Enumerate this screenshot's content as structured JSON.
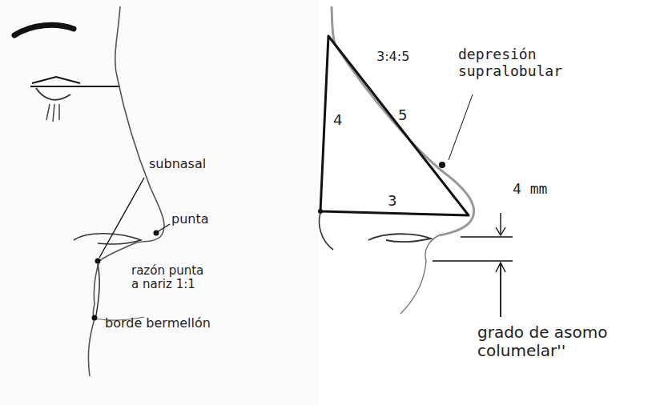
{
  "diagram": {
    "labels": [
      "subnasal",
      "punta",
      "razón punta a nariz 1:1",
      "borde bermellón",
      "3:4:5",
      "4",
      "5",
      "3",
      "depresión supralobular",
      "4 mm",
      "grado de asomo columelar''"
    ]
  }
}
